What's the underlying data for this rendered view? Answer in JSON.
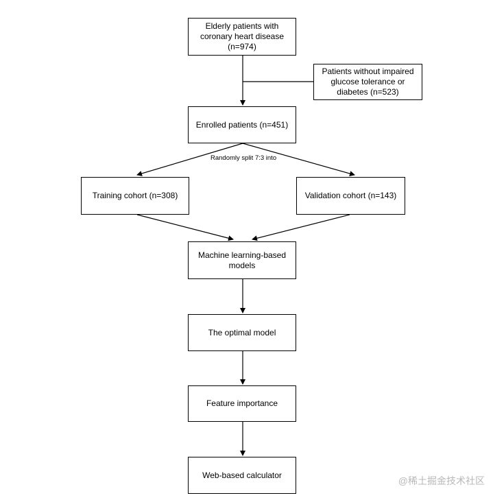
{
  "flowchart": {
    "start": "Elderly patients with\ncoronary heart disease\n(n=974)",
    "excluded": "Patients without impaired\nglucose tolerance or\ndiabetes (n=523)",
    "enrolled": "Enrolled patients (n=451)",
    "split_label": "Randomly split 7:3 into",
    "training": "Training cohort (n=308)",
    "validation": "Validation cohort (n=143)",
    "models": "Machine learning-based\nmodels",
    "optimal": "The optimal model",
    "features": "Feature importance",
    "calculator": "Web-based calculator"
  },
  "watermark": "@稀土掘金技术社区"
}
